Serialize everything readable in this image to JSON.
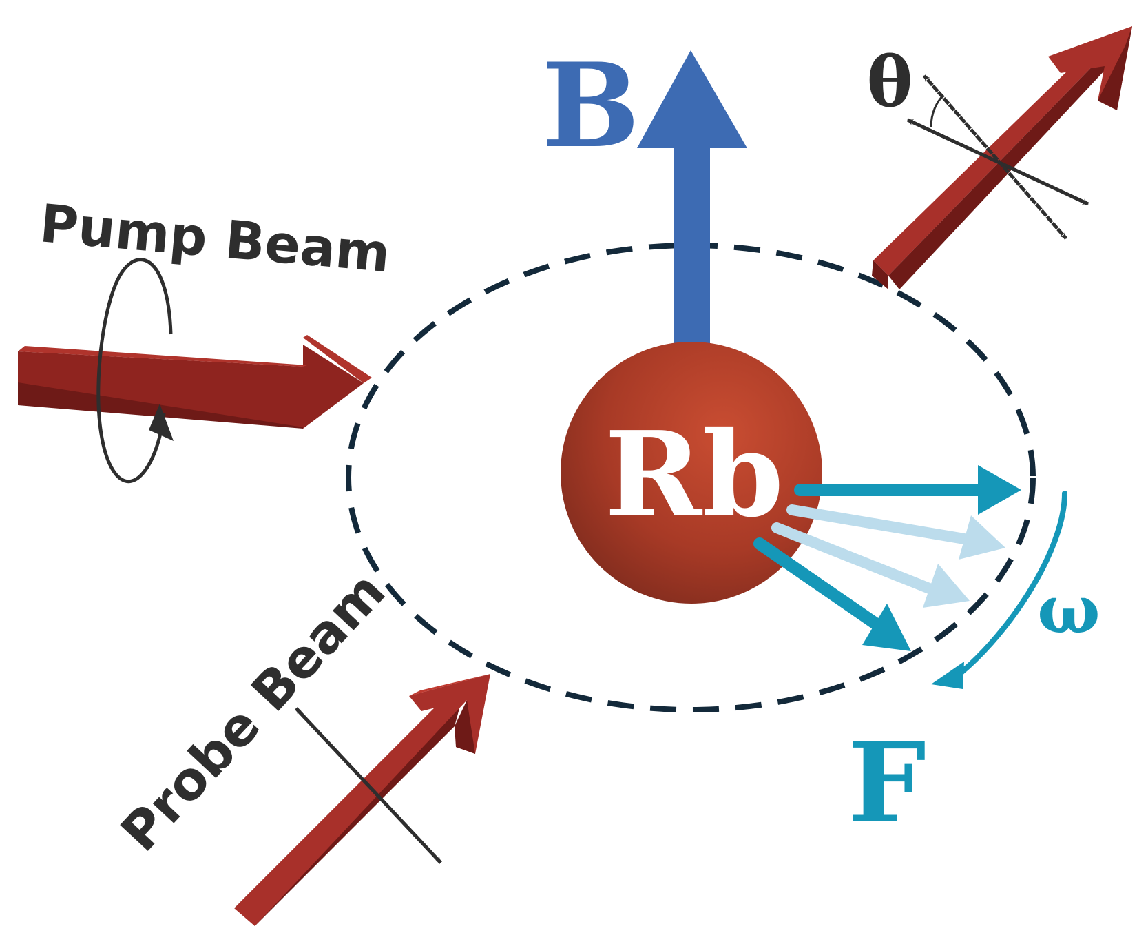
{
  "labels": {
    "magnetic_field": "B",
    "atom": "Rb",
    "spin": "F",
    "precession": "ω",
    "polarization_angle": "θ",
    "pump_beam": "Pump Beam",
    "probe_beam": "Probe Beam"
  },
  "colors": {
    "beam": "#a8302a",
    "beam_dark": "#6e1a17",
    "field": "#3d6bb3",
    "spin": "#1597b8",
    "spin_light": "#bcdcec",
    "orbit": "#13293a",
    "text": "#2e2e2e",
    "atom_center": "#c44a30",
    "atom_edge": "#7e2b1d"
  }
}
